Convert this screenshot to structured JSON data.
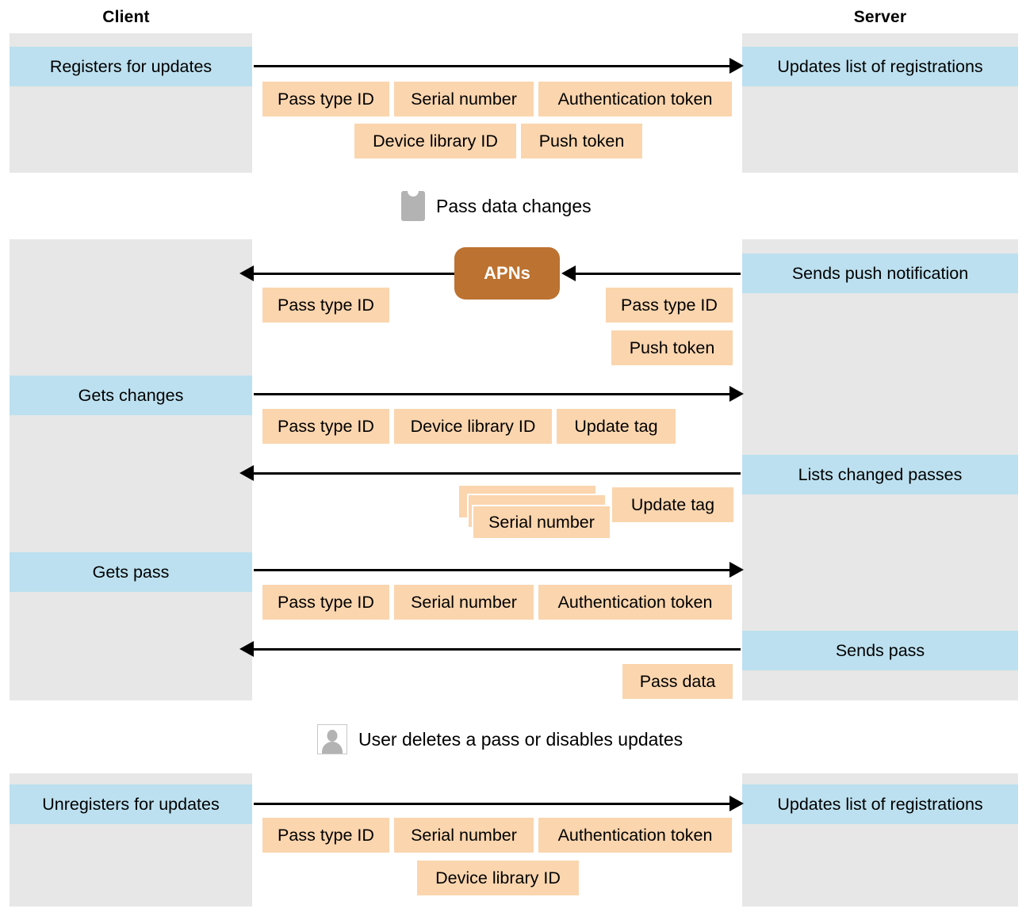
{
  "headers": {
    "client": "Client",
    "server": "Server"
  },
  "colors": {
    "lane_gray": "#E6E7E6",
    "action_blue": "#BCE0EF",
    "chip_peach": "#FAD5AE",
    "apns_brown": "#BC7230",
    "arrow_black": "#000000",
    "icon_gray": "#B3B3B3"
  },
  "sections": {
    "register": {
      "client_action": "Registers for updates",
      "server_action": "Updates list of registrations",
      "chips_row1": [
        "Pass type ID",
        "Serial number",
        "Authentication token"
      ],
      "chips_row2": [
        "Device library ID",
        "Push token"
      ]
    },
    "separator_pass_data": {
      "icon": "pass-icon",
      "label": "Pass data changes"
    },
    "push": {
      "apns_label": "APNs",
      "server_action": "Sends push notification",
      "client_chips": [
        "Pass type ID"
      ],
      "server_chips": [
        "Pass type ID",
        "Push token"
      ]
    },
    "get_changes": {
      "client_action": "Gets changes",
      "chips": [
        "Pass type ID",
        "Device library ID",
        "Update tag"
      ]
    },
    "list_changed": {
      "server_action": "Lists changed passes",
      "stacked_chip": "Serial number",
      "chip": "Update tag"
    },
    "get_pass": {
      "client_action": "Gets pass",
      "chips": [
        "Pass type ID",
        "Serial number",
        "Authentication token"
      ]
    },
    "send_pass": {
      "server_action": "Sends pass",
      "chips": [
        "Pass data"
      ]
    },
    "separator_user": {
      "icon": "user-icon",
      "label": "User deletes a pass or disables updates"
    },
    "unregister": {
      "client_action": "Unregisters for updates",
      "server_action": "Updates list of registrations",
      "chips_row1": [
        "Pass type ID",
        "Serial number",
        "Authentication token"
      ],
      "chips_row2": [
        "Device library ID"
      ]
    }
  }
}
